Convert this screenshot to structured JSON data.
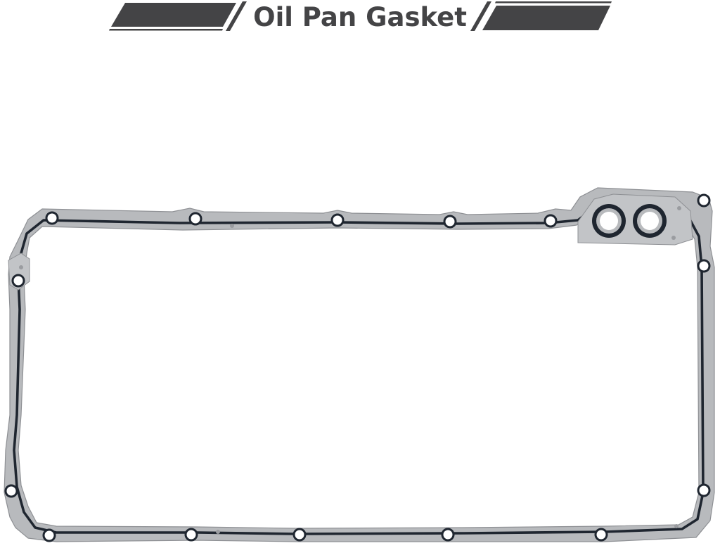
{
  "header": {
    "title": "Oil Pan Gasket"
  },
  "colors": {
    "banner_dark": "#444446",
    "gasket_metal": "#b8babd",
    "gasket_seal": "#1f2630",
    "background": "#ffffff"
  },
  "icons": {
    "banner_left": "slanted-bar-stripe",
    "banner_right": "slanted-bar-stripe",
    "product": "oil-pan-gasket-photo"
  }
}
